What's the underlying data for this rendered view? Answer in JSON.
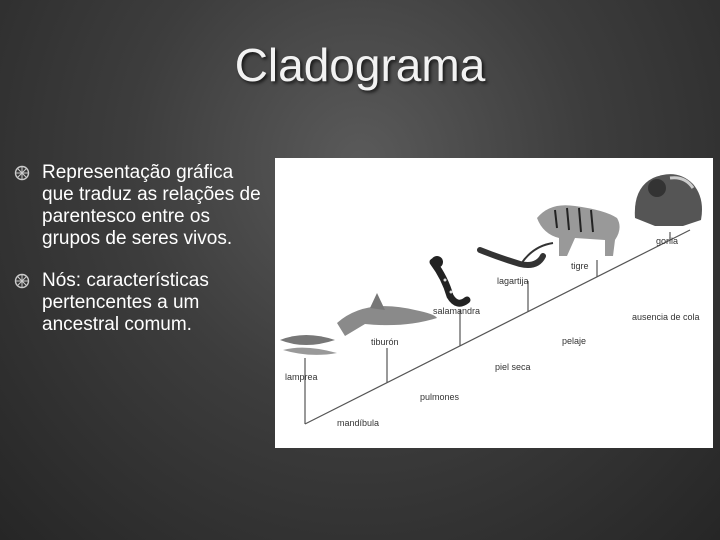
{
  "slide": {
    "title": "Cladograma",
    "bullets": [
      "Representação gráfica que traduz as relações de parentesco entre os grupos de seres vivos.",
      "Nós: características pertencentes a um ancestral comum."
    ]
  },
  "cladogram": {
    "taxa": [
      "lamprea",
      "tiburón",
      "salamandra",
      "lagartija",
      "tigre",
      "gorila"
    ],
    "nodes": [
      "mandíbula",
      "pulmones",
      "piel seca",
      "pelaje",
      "ausencia de cola"
    ]
  }
}
